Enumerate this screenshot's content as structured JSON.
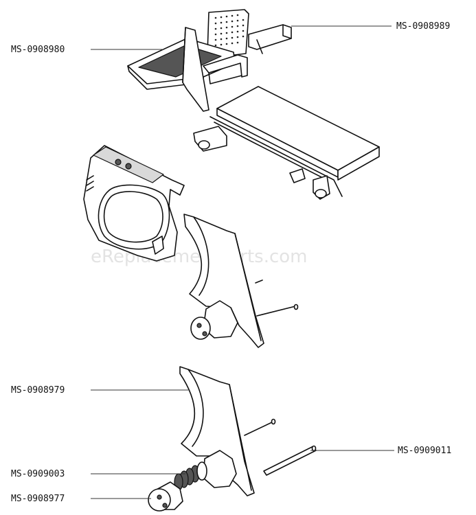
{
  "watermark": "eReplacementParts.com",
  "labels": {
    "part_top_right": "MS-0908989",
    "part_top_left": "MS-0908980",
    "part_blade_carrier": "MS-0908979",
    "part_axle": "MS-0909011",
    "part_spring": "MS-0909003",
    "part_knob": "MS-0908977"
  }
}
